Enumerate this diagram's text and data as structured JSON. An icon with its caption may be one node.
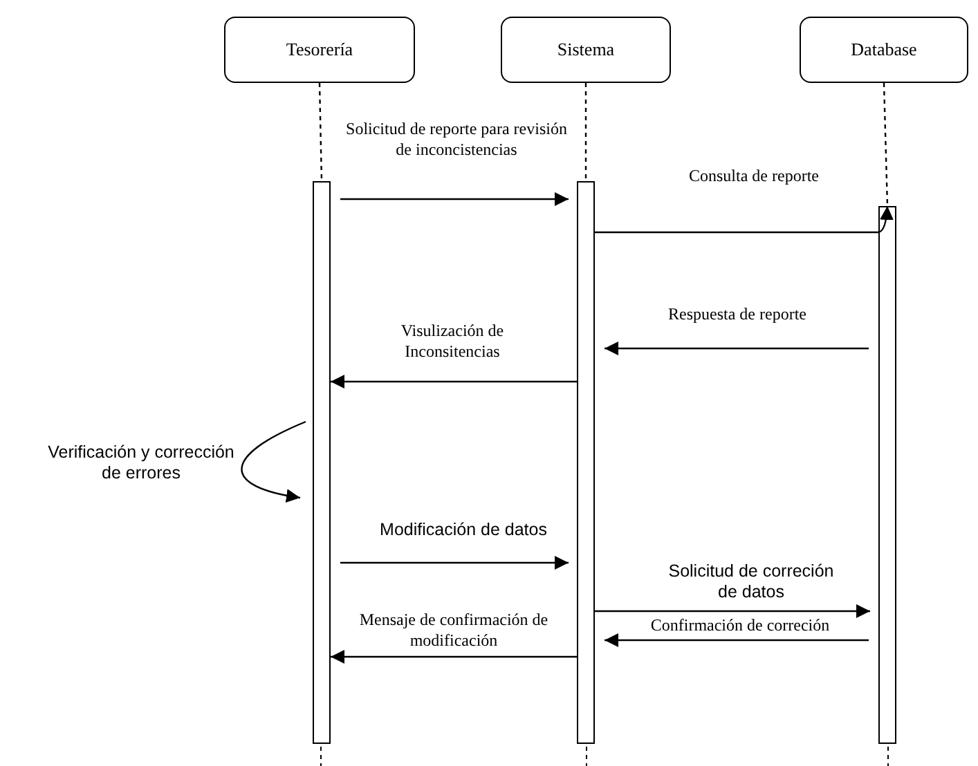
{
  "diagram": {
    "nodes": [
      {
        "text": [
          "Tesorería"
        ]
      },
      {
        "text": [
          "Sistema"
        ]
      },
      {
        "text": [
          "Database"
        ]
      },
      {
        "text": [],
        "shape": "bar"
      },
      {
        "text": [],
        "shape": "bar"
      },
      {
        "text": [],
        "shape": "bar"
      }
    ],
    "edges": [
      {
        "from": 0,
        "to": 3,
        "arrow": "none",
        "style": "dashed"
      },
      {
        "from": 1,
        "to": 4,
        "arrow": "none",
        "style": "dashed"
      },
      {
        "from": 2,
        "to": 5,
        "arrow": "none",
        "style": "dashed"
      },
      {
        "from": 3,
        "to": 4,
        "arrow": "to",
        "label": "Solicitud de reporte para revisión de inconcistencias"
      },
      {
        "from": 4,
        "to": 5,
        "arrow": "to",
        "label": "Consulta de reporte"
      },
      {
        "from": 5,
        "to": 4,
        "arrow": "to",
        "label": "Respuesta de reporte"
      },
      {
        "from": 4,
        "to": 3,
        "arrow": "to",
        "label": "Visulización de Inconsitencias"
      },
      {
        "from": 3,
        "to": 3,
        "arrow": "to",
        "label": "Verificación y corrección de errores"
      },
      {
        "from": 3,
        "to": 4,
        "arrow": "to",
        "label": "Modificación de datos"
      },
      {
        "from": 4,
        "to": 5,
        "arrow": "to",
        "label": "Solicitud de correción de datos"
      },
      {
        "from": 5,
        "to": 4,
        "arrow": "to",
        "label": "Confirmación de correción"
      },
      {
        "from": 4,
        "to": 3,
        "arrow": "to",
        "label": "Mensaje de confirmación de modificación"
      }
    ]
  }
}
